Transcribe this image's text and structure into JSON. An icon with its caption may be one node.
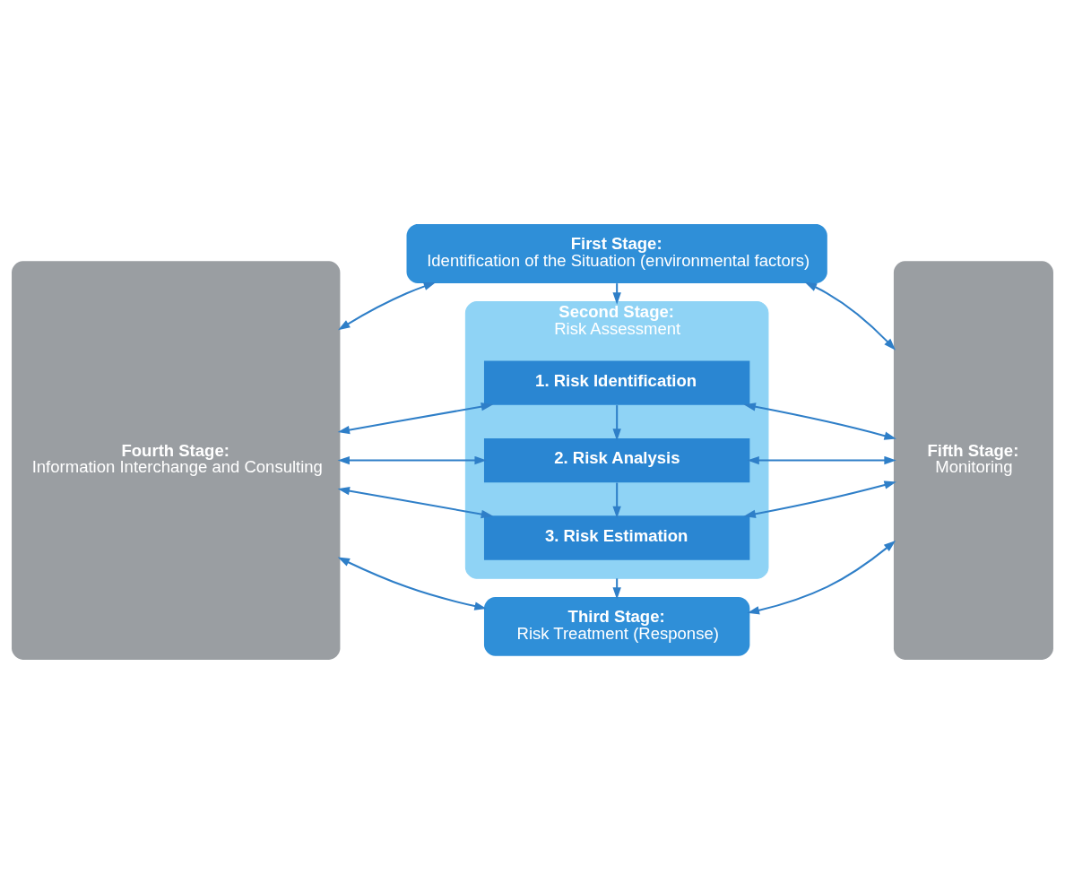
{
  "diagram": {
    "nodes": [
      {
        "text": [
          "Fourth Stage:",
          "Information Interchange and Consulting"
        ]
      },
      {
        "text": [
          "First Stage:",
          "Identification of the Situation (environmental factors)"
        ]
      },
      {
        "text": [
          "Second Stage:",
          "Risk Assessment"
        ]
      },
      {
        "text": [
          "1. Risk Identification"
        ],
        "in": 2
      },
      {
        "text": [
          "2. Risk Analysis"
        ],
        "in": 2
      },
      {
        "text": [
          "3. Risk Estimation"
        ],
        "in": 2
      },
      {
        "text": [
          "Third Stage:",
          "Risk Treatment (Response)"
        ]
      },
      {
        "text": [
          "Fifth Stage:",
          "Monitoring"
        ]
      }
    ],
    "edges": [
      {
        "from": 0,
        "to": 1,
        "arrow": "both"
      },
      {
        "from": 1,
        "to": 7,
        "arrow": "both"
      },
      {
        "from": 1,
        "to": 2,
        "arrow": "to"
      },
      {
        "from": 0,
        "to": 3,
        "arrow": "both"
      },
      {
        "from": 3,
        "to": 7,
        "arrow": "both"
      },
      {
        "from": 3,
        "to": 4,
        "arrow": "to"
      },
      {
        "from": 0,
        "to": 4,
        "arrow": "both"
      },
      {
        "from": 4,
        "to": 7,
        "arrow": "both"
      },
      {
        "from": 4,
        "to": 5,
        "arrow": "to"
      },
      {
        "from": 0,
        "to": 5,
        "arrow": "both"
      },
      {
        "from": 5,
        "to": 7,
        "arrow": "both"
      },
      {
        "from": 2,
        "to": 6,
        "arrow": "to"
      },
      {
        "from": 0,
        "to": 6,
        "arrow": "both"
      },
      {
        "from": 6,
        "to": 7,
        "arrow": "both"
      }
    ]
  }
}
